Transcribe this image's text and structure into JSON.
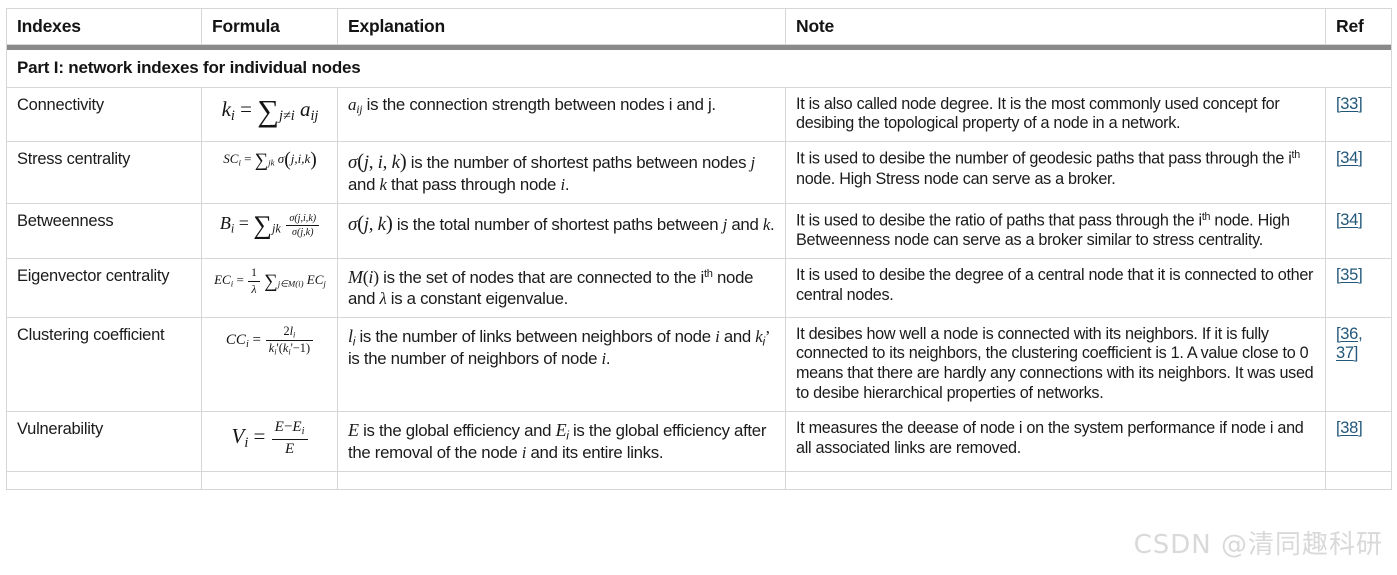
{
  "table": {
    "headers": [
      "Indexes",
      "Formula",
      "Explanation",
      "Note",
      "Ref"
    ],
    "section_title": "Part I: network indexes for individual nodes",
    "rows": [
      {
        "index": "Connectivity",
        "formula_text": "k_i = ∑_{j≠i} a_ij",
        "explanation": "a_ij is the connection strength between nodes i and j.",
        "note": "It is also called node degree. It is the most commonly used concept for desibing the topological property of a node in a network.",
        "ref": "[33]",
        "ref_numbers": [
          "33"
        ]
      },
      {
        "index": "Stress centrality",
        "formula_text": "SC_i = ∑_{jk} σ(j,i,k)",
        "explanation": "σ(j, i, k) is the number of shortest paths between nodes j and k that pass through node i.",
        "note": "It is used to desibe the number of geodesic paths that pass through the iᵗʰ node. High Stress node can serve as a broker.",
        "ref": "[34]",
        "ref_numbers": [
          "34"
        ]
      },
      {
        "index": "Betweenness",
        "formula_text": "B_i = ∑_{jk} σ(j,i,k)/σ(j,k)",
        "explanation": "σ(j, k) is the total number of shortest paths between j and k.",
        "note": "It is used to desibe the ratio of paths that pass through the iᵗʰ node. High Betweenness node can serve as a broker similar to stress centrality.",
        "ref": "[34]",
        "ref_numbers": [
          "34"
        ]
      },
      {
        "index": "Eigenvector centrality",
        "formula_text": "EC_i = (1/λ) ∑_{j∈M(i)} EC_j",
        "explanation": "M(i) is the set of nodes that are connected to the iᵗʰ node and λ is a constant eigenvalue.",
        "note": "It is used to desibe the degree of a central node that it is connected to other central nodes.",
        "ref": "[35]",
        "ref_numbers": [
          "35"
        ]
      },
      {
        "index": "Clustering coefficient",
        "formula_text": "CC_i = 2l_i / (k_i'(k_i'-1))",
        "explanation": "l_i is the number of links between neighbors of node i and k_i' is the number of neighbors of node i.",
        "note": "It desibes how well a node is connected with its neighbors. If it is fully connected to its neighbors, the clustering coefficient is 1. A value close to 0 means that there are hardly any connections with its neighbors. It was used to desibe hierarchical properties of networks.",
        "ref": "[36, 37]",
        "ref_numbers": [
          "36",
          "37"
        ]
      },
      {
        "index": "Vulnerability",
        "formula_text": "V_i = (E - E_i)/E",
        "explanation": "E is the global efficiency and E_i is the global efficiency after the removal of the node i and its entire links.",
        "note": "It measures the deease of node i on the system performance if node i and all associated links are removed.",
        "ref": "[38]",
        "ref_numbers": [
          "38"
        ]
      }
    ]
  },
  "watermark": {
    "text": "CSDN @清同趣科研"
  },
  "colors": {
    "ref_link": "#22577a",
    "header_rule": "#8a8a8a",
    "cell_border": "#d6d6d6",
    "text": "#1b1b1b",
    "watermark": "#d9d9d9"
  }
}
